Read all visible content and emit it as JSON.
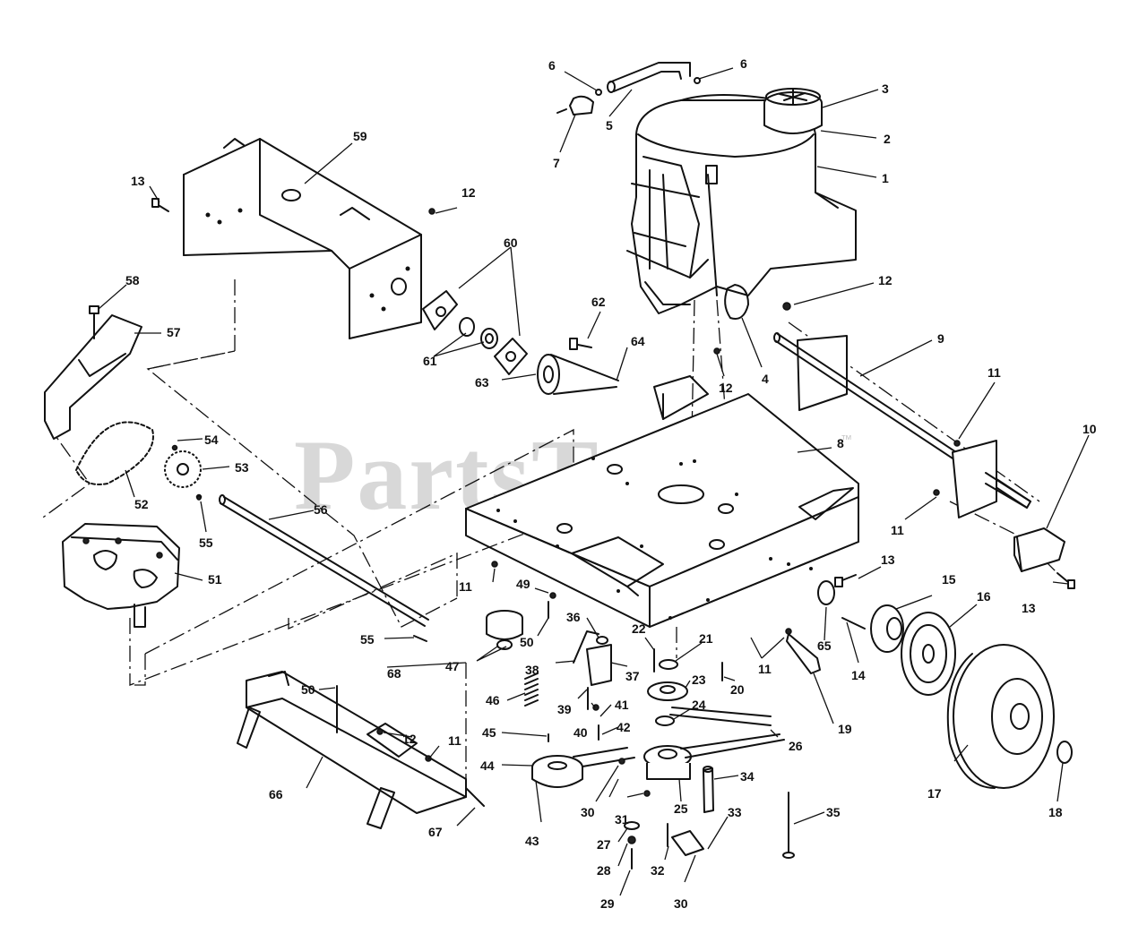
{
  "watermark": {
    "text": "PartsTree",
    "trademark": "™"
  },
  "callouts": [
    {
      "label": "1"
    },
    {
      "label": "2"
    },
    {
      "label": "3"
    },
    {
      "label": "4"
    },
    {
      "label": "5"
    },
    {
      "label": "6"
    },
    {
      "label": "6"
    },
    {
      "label": "7"
    },
    {
      "label": "8"
    },
    {
      "label": "9"
    },
    {
      "label": "10"
    },
    {
      "label": "11"
    },
    {
      "label": "11"
    },
    {
      "label": "11"
    },
    {
      "label": "11"
    },
    {
      "label": "11"
    },
    {
      "label": "12"
    },
    {
      "label": "12"
    },
    {
      "label": "12"
    },
    {
      "label": "12"
    },
    {
      "label": "13"
    },
    {
      "label": "13"
    },
    {
      "label": "13"
    },
    {
      "label": "14"
    },
    {
      "label": "15"
    },
    {
      "label": "16"
    },
    {
      "label": "17"
    },
    {
      "label": "18"
    },
    {
      "label": "19"
    },
    {
      "label": "20"
    },
    {
      "label": "21"
    },
    {
      "label": "22"
    },
    {
      "label": "23"
    },
    {
      "label": "24"
    },
    {
      "label": "25"
    },
    {
      "label": "26"
    },
    {
      "label": "27"
    },
    {
      "label": "28"
    },
    {
      "label": "29"
    },
    {
      "label": "30"
    },
    {
      "label": "30"
    },
    {
      "label": "31"
    },
    {
      "label": "32"
    },
    {
      "label": "33"
    },
    {
      "label": "34"
    },
    {
      "label": "35"
    },
    {
      "label": "36"
    },
    {
      "label": "37"
    },
    {
      "label": "38"
    },
    {
      "label": "39"
    },
    {
      "label": "40"
    },
    {
      "label": "41"
    },
    {
      "label": "42"
    },
    {
      "label": "43"
    },
    {
      "label": "44"
    },
    {
      "label": "45"
    },
    {
      "label": "46"
    },
    {
      "label": "47"
    },
    {
      "label": "49"
    },
    {
      "label": "50"
    },
    {
      "label": "50"
    },
    {
      "label": "51"
    },
    {
      "label": "52"
    },
    {
      "label": "53"
    },
    {
      "label": "54"
    },
    {
      "label": "55"
    },
    {
      "label": "55"
    },
    {
      "label": "56"
    },
    {
      "label": "57"
    },
    {
      "label": "58"
    },
    {
      "label": "59"
    },
    {
      "label": "60"
    },
    {
      "label": "61"
    },
    {
      "label": "62"
    },
    {
      "label": "63"
    },
    {
      "label": "64"
    },
    {
      "label": "65"
    },
    {
      "label": "66"
    },
    {
      "label": "67"
    },
    {
      "label": "68"
    }
  ]
}
